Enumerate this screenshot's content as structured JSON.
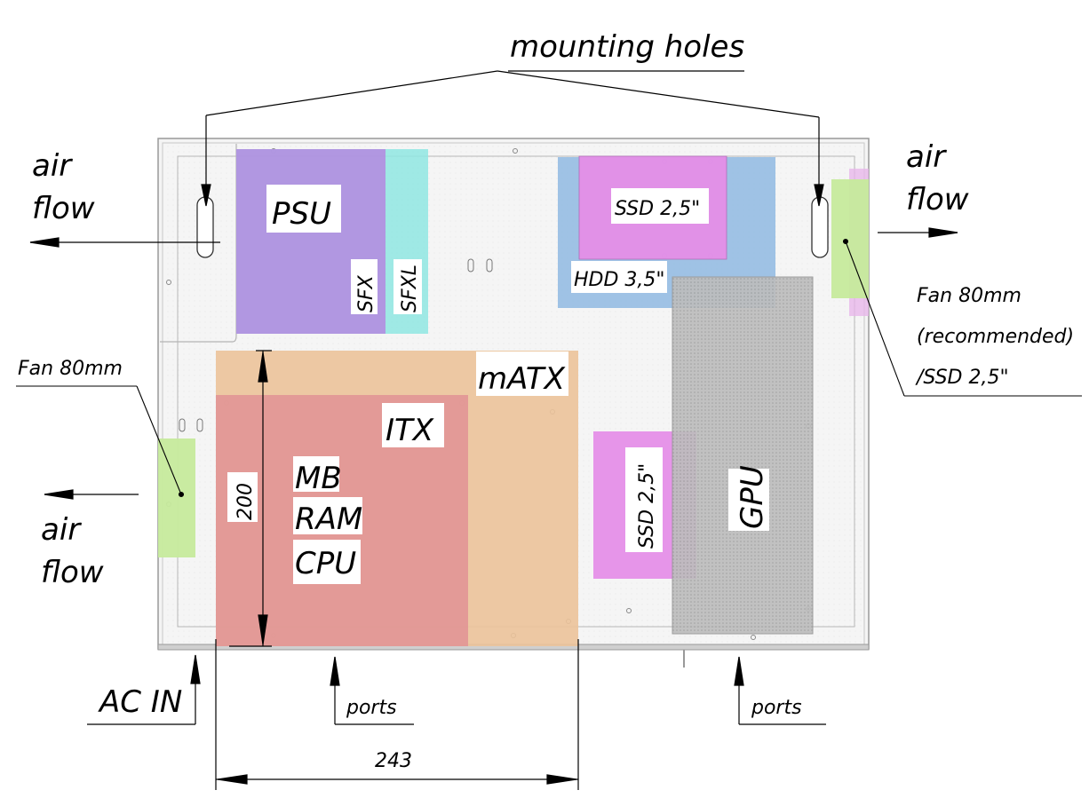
{
  "labels": {
    "mounting_holes": "mounting holes",
    "air_left_top_1": "air",
    "air_left_top_2": "flow",
    "air_right_top_1": "air",
    "air_right_top_2": "flow",
    "air_left_bottom_1": "air",
    "air_left_bottom_2": "flow",
    "psu": "PSU",
    "sfx": "SFX",
    "sfxl": "SFXL",
    "ssd_top": "SSD 2,5\"",
    "hdd": "HDD 3,5\"",
    "fan_right_1": "Fan 80mm",
    "fan_right_2": "(recommended)",
    "fan_right_3": "/SSD 2,5\"",
    "fan_left": "Fan 80mm",
    "matx": "mATX",
    "itx": "ITX",
    "mb": "MB",
    "ram": "RAM",
    "cpu": "CPU",
    "dim_200": "200",
    "ssd_mid": "SSD 2,5\"",
    "gpu": "GPU",
    "ac_in": "AC IN",
    "ports_left": "ports",
    "ports_right": "ports",
    "dim_243": "243"
  },
  "colors": {
    "psu": "#b28ee0",
    "sfxl": "#8fe6e2",
    "hdd": "#8fb8e2",
    "ssd": "#e58fe8",
    "fan": "#c6ea9c",
    "matx": "#ecc39a",
    "itx": "#e29696",
    "gpu": "#b9b9b9"
  }
}
